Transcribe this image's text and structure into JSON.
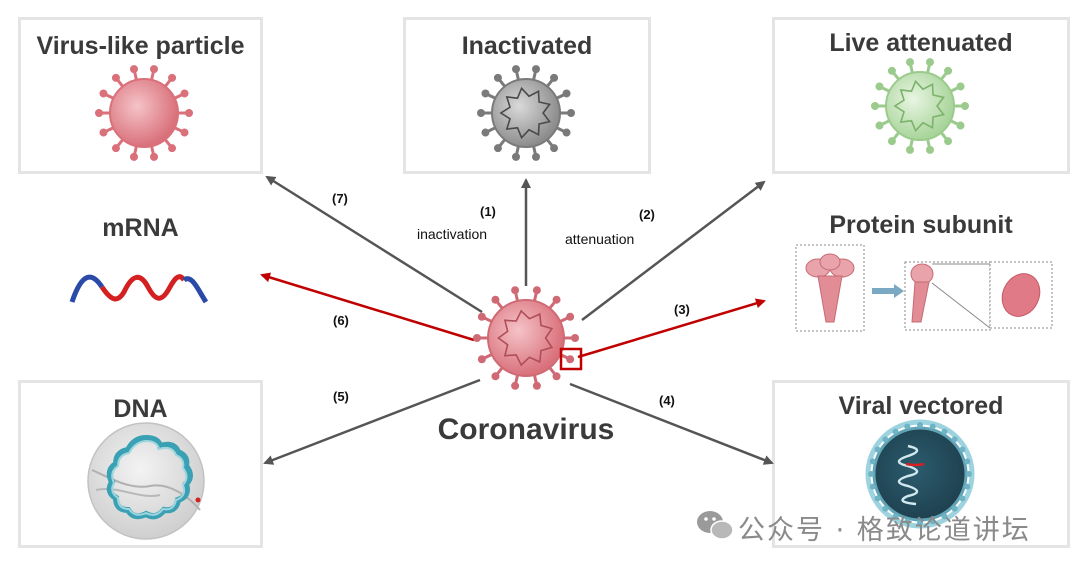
{
  "center": {
    "label": "Coronavirus"
  },
  "panels": {
    "vlp": {
      "title": "Virus-like particle"
    },
    "inactivated": {
      "title": "Inactivated"
    },
    "live": {
      "title": "Live attenuated"
    },
    "mrna": {
      "title": "mRNA"
    },
    "protein": {
      "title": "Protein subunit"
    },
    "dna": {
      "title": "DNA"
    },
    "viral": {
      "title": "Viral vectored"
    }
  },
  "arrows": [
    {
      "num": "(1)",
      "text": "inactivation",
      "color": "#555555"
    },
    {
      "num": "(2)",
      "text": "attenuation",
      "color": "#555555"
    },
    {
      "num": "(3)",
      "text": "",
      "color": "#c00000"
    },
    {
      "num": "(4)",
      "text": "",
      "color": "#555555"
    },
    {
      "num": "(5)",
      "text": "",
      "color": "#555555"
    },
    {
      "num": "(6)",
      "text": "",
      "color": "#c00000"
    },
    {
      "num": "(7)",
      "text": "",
      "color": "#555555"
    }
  ],
  "watermark": {
    "text": "公众号 · 格致论道讲坛"
  },
  "colors": {
    "virus_red": "#d9707a",
    "inactivated_gray": "#8c8c8c",
    "attenuated_green": "#a8d49a",
    "arrow_gray": "#555555",
    "arrow_red": "#c00000"
  }
}
